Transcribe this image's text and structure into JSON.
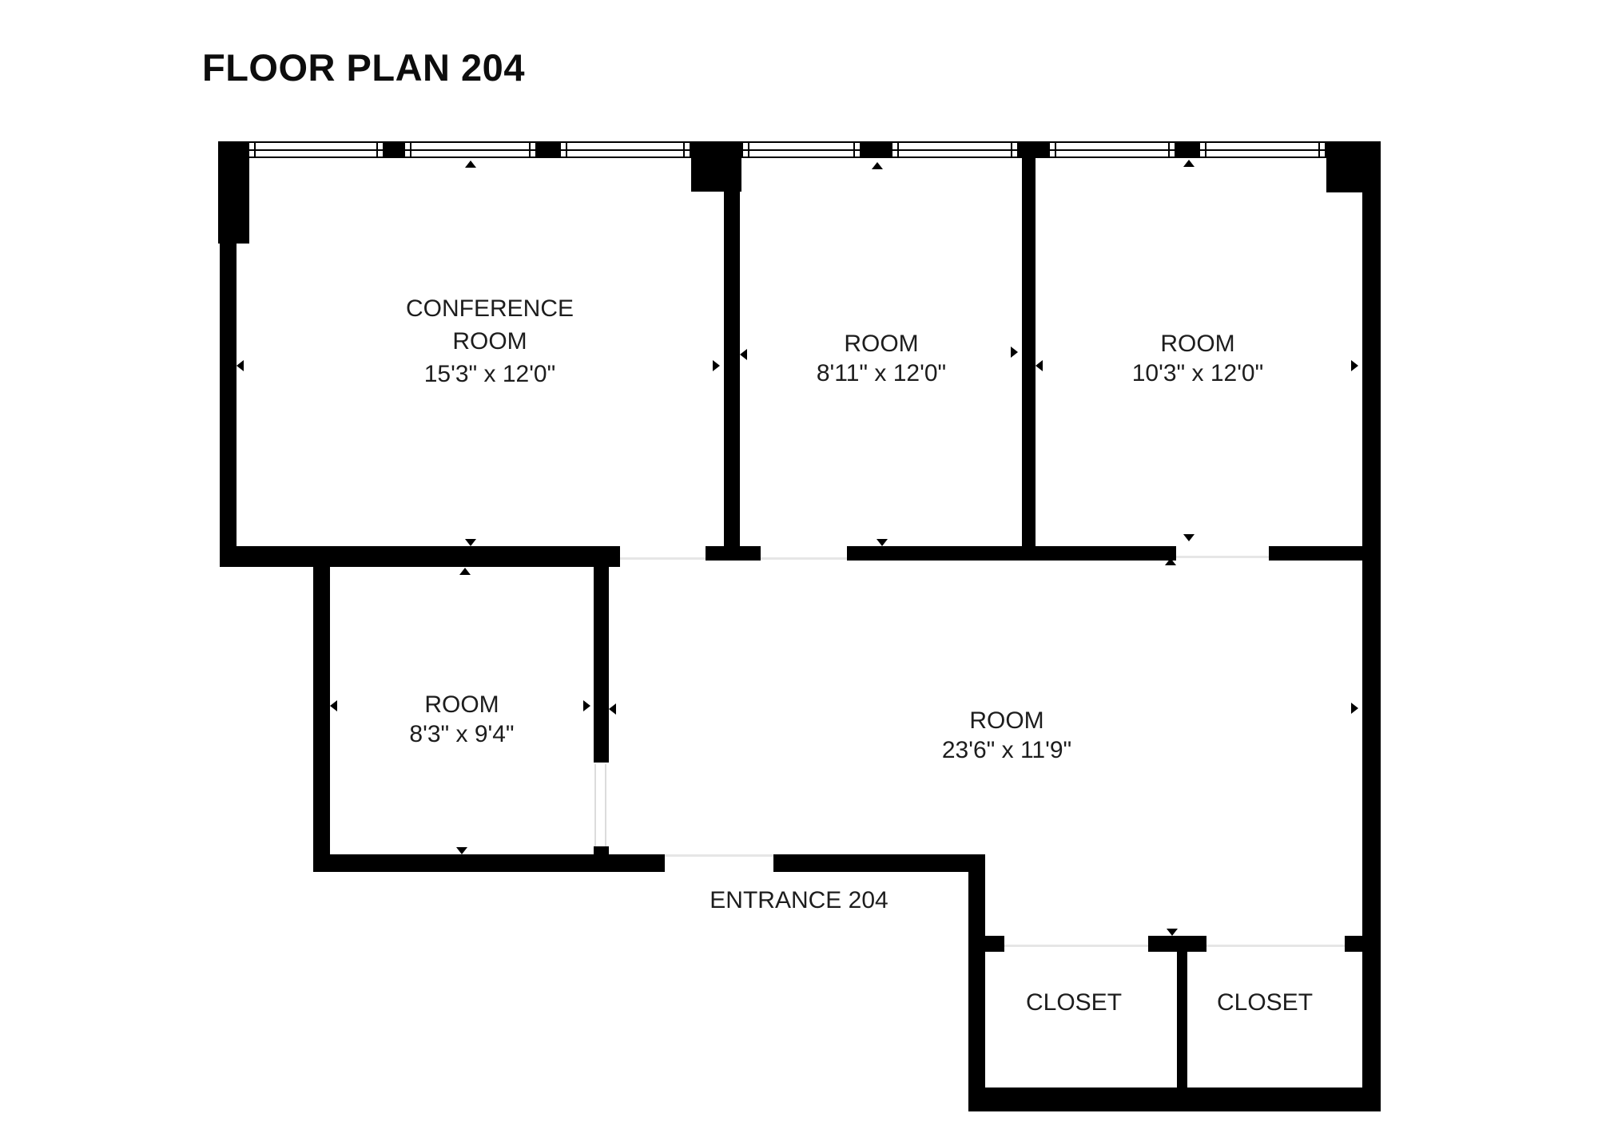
{
  "title": "FLOOR PLAN 204",
  "rooms": {
    "conference": {
      "name_line1": "CONFERENCE",
      "name_line2": "ROOM",
      "dimensions": "15'3\" x 12'0\""
    },
    "top_middle": {
      "name": "ROOM",
      "dimensions": "8'11\" x 12'0\""
    },
    "top_right": {
      "name": "ROOM",
      "dimensions": "10'3\" x 12'0\""
    },
    "bottom_left": {
      "name": "ROOM",
      "dimensions": "8'3\" x 9'4\""
    },
    "main": {
      "name": "ROOM",
      "dimensions": "23'6\" x 11'9\""
    },
    "closet_left": {
      "name": "CLOSET"
    },
    "closet_right": {
      "name": "CLOSET"
    }
  },
  "labels": {
    "entrance": "ENTRANCE 204"
  },
  "colors": {
    "wall": "#000000",
    "background": "#ffffff",
    "threshold": "#e6e6e6",
    "text": "#1d1d1d"
  }
}
